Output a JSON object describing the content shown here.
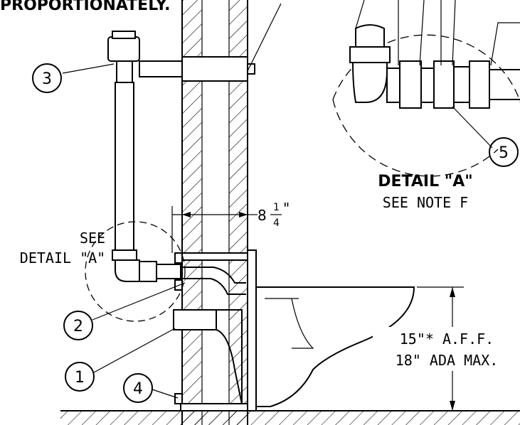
{
  "note_heading": "PROPORTIONATELY.",
  "callouts": [
    "1",
    "2",
    "3",
    "4",
    "5"
  ],
  "detail_a": {
    "title": "DETAIL \"A\"",
    "subtitle": "SEE NOTE F"
  },
  "see_detail": {
    "line1": "SEE",
    "line2": "DETAIL \"A\""
  },
  "dimension_wall": {
    "whole": "8",
    "numerator": "1",
    "denominator": "4",
    "inch": "\""
  },
  "dimension_height": {
    "line1": "15\"* A.F.F.",
    "line2": "18\" ADA MAX."
  }
}
